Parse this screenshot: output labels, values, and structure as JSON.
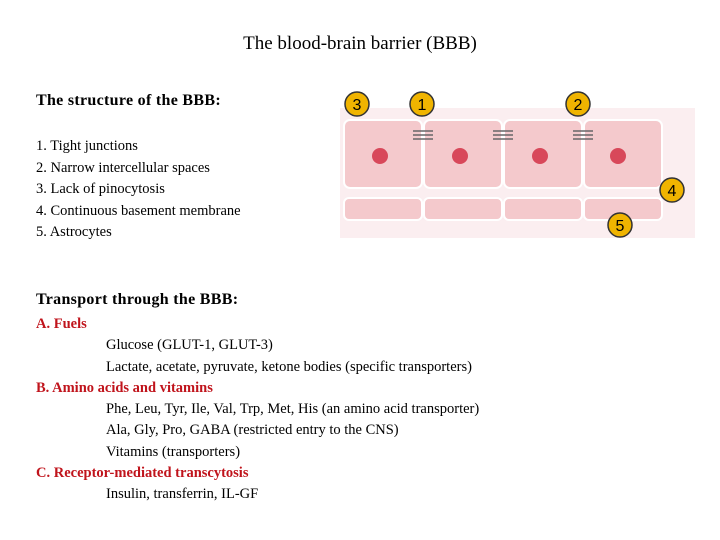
{
  "title": "The blood-brain barrier (BBB)",
  "structure": {
    "heading": "The structure of the BBB:",
    "items": [
      "1. Tight junctions",
      "2. Narrow intercellular spaces",
      "3. Lack of pinocytosis",
      "4. Continuous basement membrane",
      "5. Astrocytes"
    ]
  },
  "diagram": {
    "markers": [
      "3",
      "1",
      "2",
      "4",
      "5"
    ],
    "colors": {
      "cell": "#f4c9cc",
      "cell_border": "#ffffff",
      "nucleus": "#d8485a",
      "marker_fill": "#f0b400"
    }
  },
  "transport": {
    "heading": "Transport through the BBB:",
    "categories": [
      {
        "label": "A. Fuels",
        "items": [
          "Glucose (GLUT-1, GLUT-3)",
          "Lactate, acetate, pyruvate, ketone bodies (specific transporters)"
        ]
      },
      {
        "label": "B. Amino acids and vitamins",
        "items": [
          "Phe, Leu, Tyr, Ile, Val, Trp, Met, His (an amino acid transporter)",
          "Ala, Gly, Pro, GABA (restricted entry to the CNS)",
          "Vitamins (transporters)"
        ]
      },
      {
        "label": "C. Receptor-mediated transcytosis",
        "items": [
          "Insulin, transferrin, IL-GF"
        ]
      }
    ]
  }
}
